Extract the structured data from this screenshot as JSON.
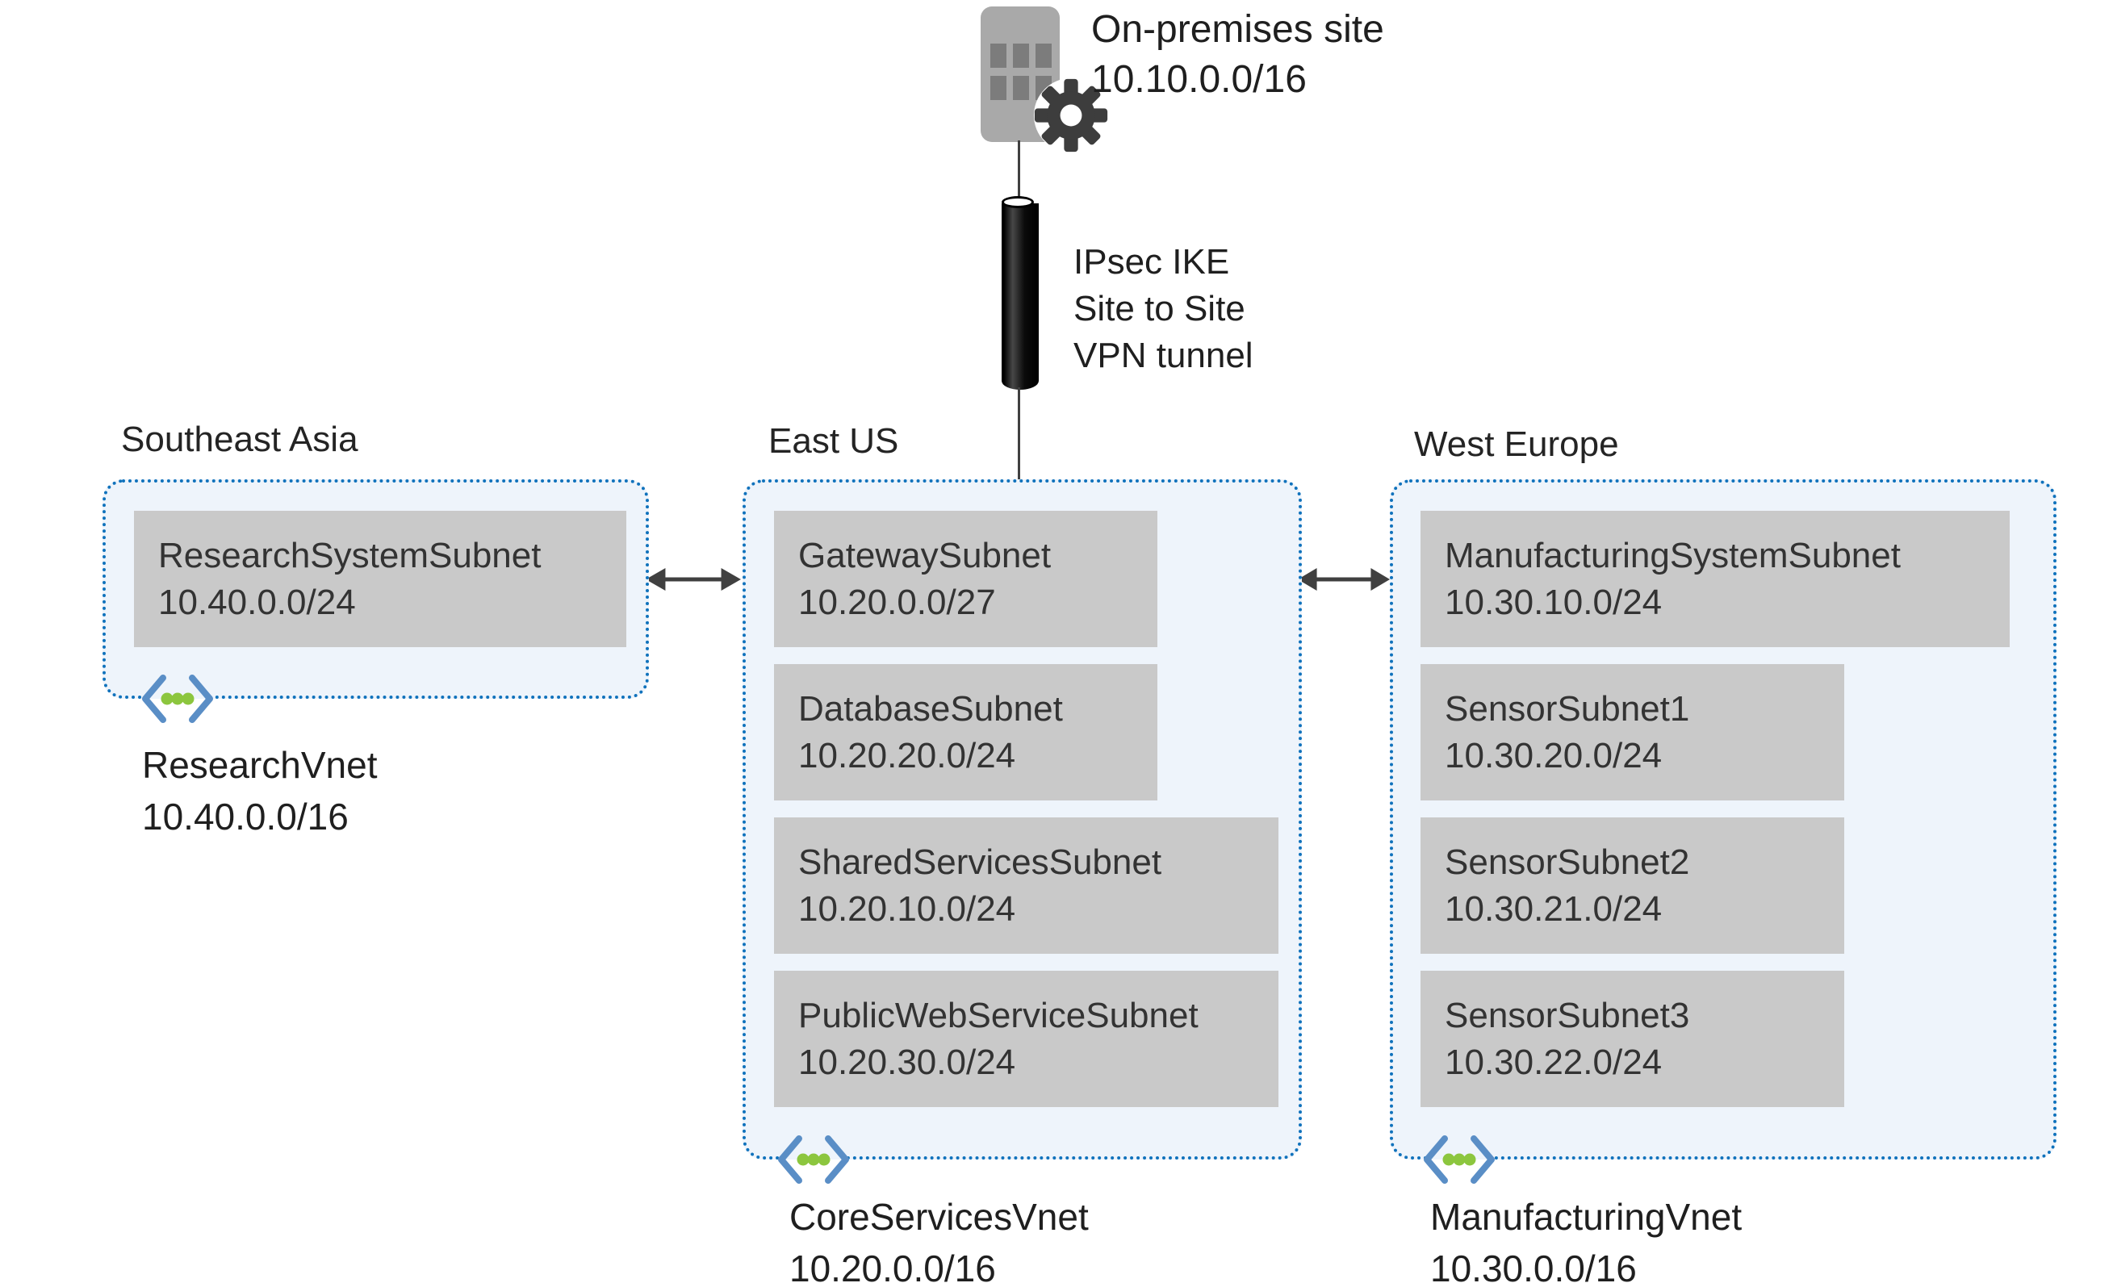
{
  "onprem": {
    "name": "On-premises site",
    "cidr": "10.10.0.0/16"
  },
  "tunnel": {
    "line1": "IPsec IKE",
    "line2": "Site to Site",
    "line3": "VPN tunnel"
  },
  "regions": [
    {
      "name": "Southeast Asia",
      "vnet": {
        "name": "ResearchVnet",
        "cidr": "10.40.0.0/16"
      },
      "subnets": [
        {
          "name": "ResearchSystemSubnet",
          "cidr": "10.40.0.0/24"
        }
      ]
    },
    {
      "name": "East US",
      "vnet": {
        "name": "CoreServicesVnet",
        "cidr": "10.20.0.0/16"
      },
      "subnets": [
        {
          "name": "GatewaySubnet",
          "cidr": "10.20.0.0/27"
        },
        {
          "name": "DatabaseSubnet",
          "cidr": "10.20.20.0/24"
        },
        {
          "name": "SharedServicesSubnet",
          "cidr": "10.20.10.0/24"
        },
        {
          "name": "PublicWebServiceSubnet",
          "cidr": "10.20.30.0/24"
        }
      ]
    },
    {
      "name": "West Europe",
      "vnet": {
        "name": "ManufacturingVnet",
        "cidr": "10.30.0.0/16"
      },
      "subnets": [
        {
          "name": "ManufacturingSystemSubnet",
          "cidr": "10.30.10.0/24"
        },
        {
          "name": "SensorSubnet1",
          "cidr": "10.30.20.0/24"
        },
        {
          "name": "SensorSubnet2",
          "cidr": "10.30.21.0/24"
        },
        {
          "name": "SensorSubnet3",
          "cidr": "10.30.22.0/24"
        }
      ]
    }
  ],
  "icons": {
    "building": "building-icon",
    "gear": "gear-icon",
    "vpn_tunnel": "cylinder-icon",
    "vnet": "vnet-brackets-icon",
    "peering": "double-arrow-icon"
  },
  "colors": {
    "region_fill": "#eef4fb",
    "region_border": "#1072bc",
    "subnet_fill": "#c9c9c9",
    "text": "#1f1f1f",
    "arrow": "#404040",
    "vnet_bracket": "#5a8ec6",
    "vnet_dot": "#8cc63e",
    "building": "#a9a9a9",
    "building_window": "#7c7c7c",
    "gear": "#3d3d3d",
    "tunnel": "#000000"
  }
}
